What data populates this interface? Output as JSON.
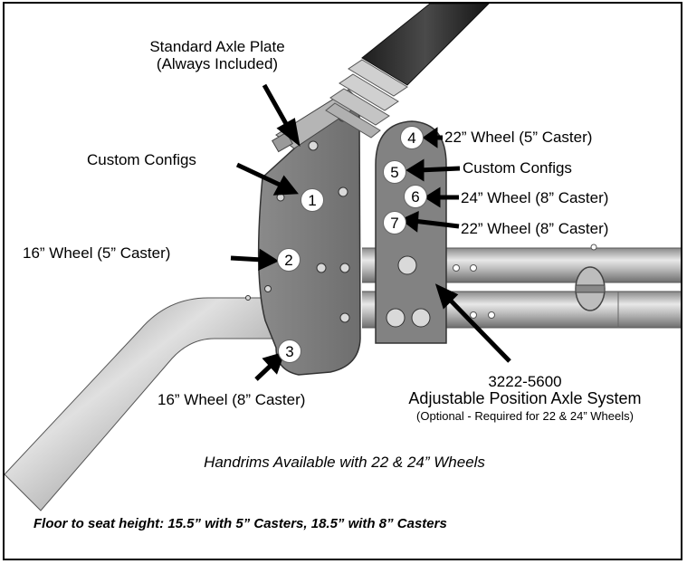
{
  "labels": {
    "standard_axle_plate_line1": "Standard Axle Plate",
    "standard_axle_plate_line2": "(Always Included)",
    "custom_configs_left": "Custom Configs",
    "wheel_16_5": "16” Wheel (5” Caster)",
    "wheel_16_8": "16” Wheel (8” Caster)",
    "wheel_22_5": "22” Wheel (5” Caster)",
    "custom_configs_right": "Custom Configs",
    "wheel_24_8": "24” Wheel (8” Caster)",
    "wheel_22_8": "22” Wheel (8” Caster)",
    "part_number": "3222-5600",
    "adjustable_system": "Adjustable Position Axle System",
    "optional_note": "(Optional - Required for 22 & 24” Wheels)",
    "handrims_note": "Handrims Available with 22 & 24” Wheels",
    "floor_height_note": "Floor to seat height: 15.5” with 5” Casters, 18.5” with 8” Casters"
  },
  "positions": {
    "p1": "1",
    "p2": "2",
    "p3": "3",
    "p4": "4",
    "p5": "5",
    "p6": "6",
    "p7": "7"
  }
}
